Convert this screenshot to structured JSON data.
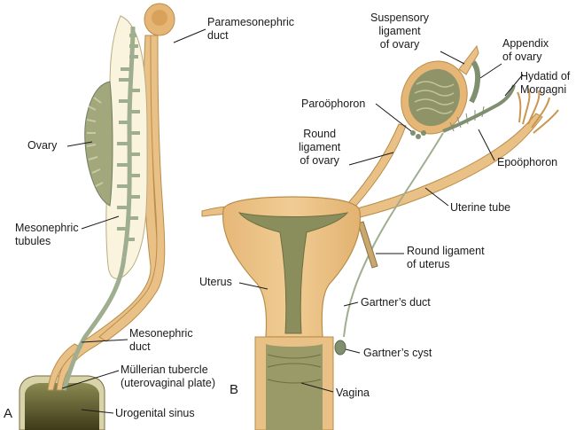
{
  "panel_a": {
    "letter": "A",
    "labels": {
      "paramesonephric_1": "Paramesonephric",
      "paramesonephric_2": "duct",
      "ovary": "Ovary",
      "mesonephric_tubules_1": "Mesonephric",
      "mesonephric_tubules_2": "tubules",
      "mesonephric_duct_1": "Mesonephric",
      "mesonephric_duct_2": "duct",
      "mullerian_1": "Müllerian tubercle",
      "mullerian_2": "(uterovaginal plate)",
      "urogenital_sinus": "Urogenital sinus"
    }
  },
  "panel_b": {
    "letter": "B",
    "labels": {
      "suspensory_1": "Suspensory",
      "suspensory_2": "ligament",
      "suspensory_3": "of ovary",
      "appendix_1": "Appendix",
      "appendix_2": "of ovary",
      "hydatid_1": "Hydatid of",
      "hydatid_2": "Morgagni",
      "paroophoron": "Paroöphoron",
      "round_ovary_1": "Round",
      "round_ovary_2": "ligament",
      "round_ovary_3": "of ovary",
      "epoophoron": "Epoöphoron",
      "uterine_tube": "Uterine tube",
      "round_uterus_1": "Round ligament",
      "round_uterus_2": "of uterus",
      "uterus": "Uterus",
      "gartners_duct": "Gartner’s duct",
      "gartners_cyst": "Gartner’s cyst",
      "vagina": "Vagina"
    }
  },
  "colors": {
    "tan": "#e9c186",
    "tan_dark": "#c9974f",
    "green": "#9fae8f",
    "green_dark": "#6f7f60",
    "cream": "#faf4df",
    "olive": "#8f9468",
    "outline": "#7a6a40",
    "leader": "#1a1a1a"
  }
}
